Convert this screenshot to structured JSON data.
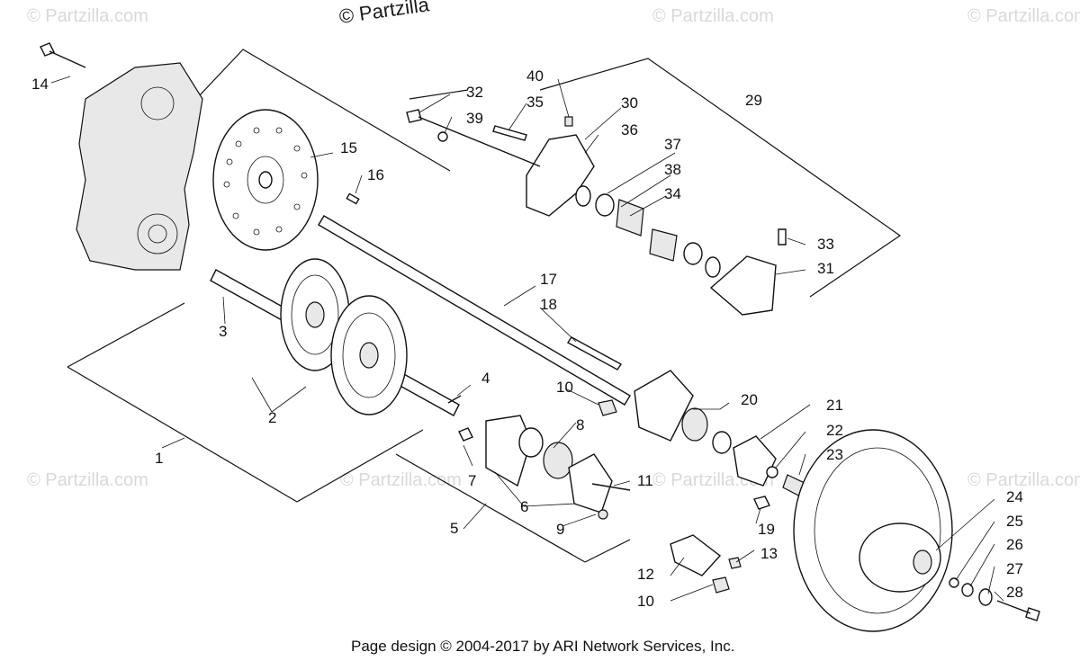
{
  "watermarks": {
    "top_center": "© Partzilla",
    "repeat": "© Partzilla.com"
  },
  "footer": "Page design © 2004-2017 by ARI Network Services, Inc.",
  "part_numbers": {
    "p1": "1",
    "p2": "2",
    "p3": "3",
    "p4": "4",
    "p5": "5",
    "p6": "6",
    "p7": "7",
    "p8": "8",
    "p9": "9",
    "p10a": "10",
    "p10b": "10",
    "p11": "11",
    "p12": "12",
    "p13": "13",
    "p14": "14",
    "p15": "15",
    "p16": "16",
    "p17": "17",
    "p18": "18",
    "p19": "19",
    "p20": "20",
    "p21": "21",
    "p22": "22",
    "p23": "23",
    "p24": "24",
    "p25": "25",
    "p26": "26",
    "p27": "27",
    "p28": "28",
    "p29": "29",
    "p30": "30",
    "p31": "31",
    "p32": "32",
    "p33": "33",
    "p34": "34",
    "p35": "35",
    "p36": "36",
    "p37": "37",
    "p38": "38",
    "p39": "39",
    "p40": "40"
  }
}
